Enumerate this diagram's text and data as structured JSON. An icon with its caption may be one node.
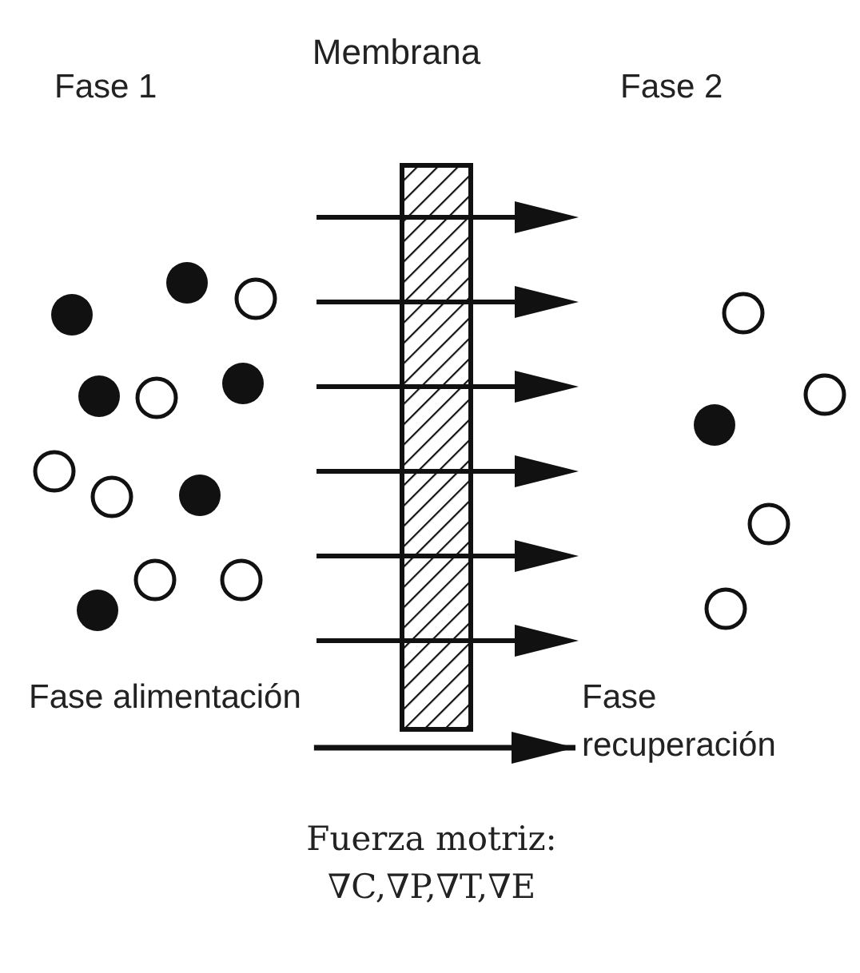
{
  "diagram": {
    "nodes": [
      {
        "text": [
          "Fase alimentación"
        ]
      },
      {
        "text": [
          "Fase recuperación"
        ]
      },
      {
        "text": [
          "Membrana"
        ]
      }
    ],
    "edges": [
      {
        "from": 0,
        "to": 1,
        "arrow": "to"
      }
    ],
    "labels": [
      "Fase 1",
      "Fase 2",
      "Fuerza motriz: ∇C,∇P,∇T,∇E"
    ]
  }
}
